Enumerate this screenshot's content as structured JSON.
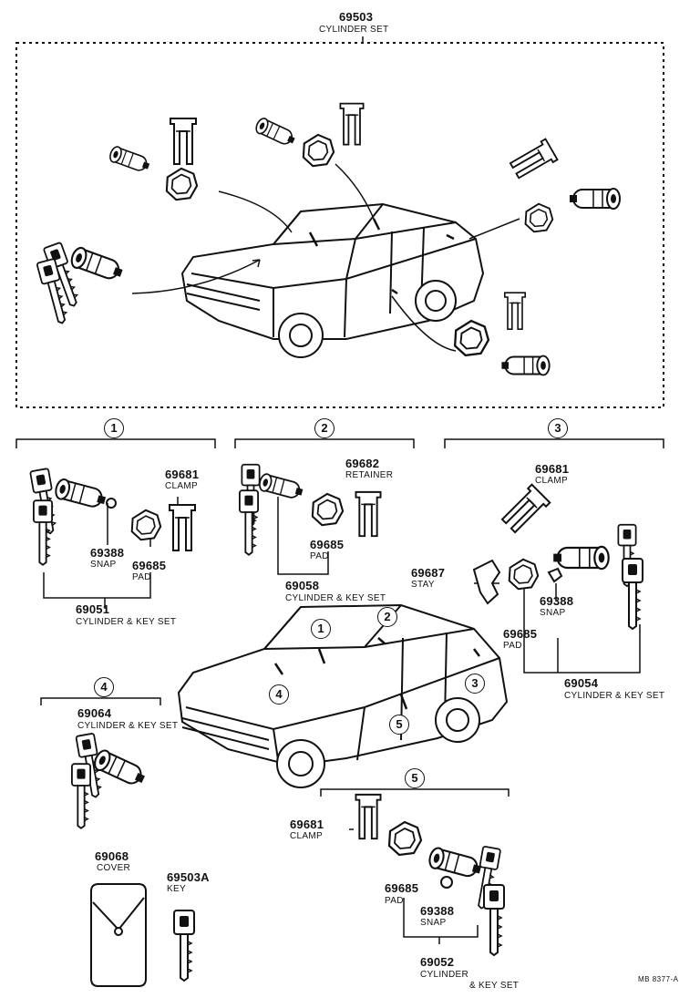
{
  "top": {
    "part": "69503",
    "name": "CYLINDER SET"
  },
  "sections": {
    "s1": {
      "num": "1",
      "clamp": {
        "part": "69681",
        "name": "CLAMP"
      },
      "snap": {
        "part": "69388",
        "name": "SNAP"
      },
      "pad": {
        "part": "69685",
        "name": "PAD"
      },
      "set": {
        "part": "69051",
        "name": "CYLINDER & KEY SET"
      }
    },
    "s2": {
      "num": "2",
      "retainer": {
        "part": "69682",
        "name": "RETAINER"
      },
      "pad": {
        "part": "69685",
        "name": "PAD"
      },
      "set": {
        "part": "69058",
        "name": "CYLINDER & KEY SET"
      }
    },
    "s3": {
      "num": "3",
      "clamp": {
        "part": "69681",
        "name": "CLAMP"
      },
      "stay": {
        "part": "69687",
        "name": "STAY"
      },
      "snap": {
        "part": "69388",
        "name": "SNAP"
      },
      "pad": {
        "part": "69685",
        "name": "PAD"
      },
      "set": {
        "part": "69054",
        "name": "CYLINDER & KEY SET"
      }
    },
    "s4": {
      "num": "4",
      "set": {
        "part": "69064",
        "name": "CYLINDER & KEY SET"
      }
    },
    "s5": {
      "num": "5",
      "clamp": {
        "part": "69681",
        "name": "CLAMP"
      },
      "pad": {
        "part": "69685",
        "name": "PAD"
      },
      "snap": {
        "part": "69388",
        "name": "SNAP"
      },
      "set": {
        "part": "69052",
        "name1": "CYLINDER",
        "name2": "& KEY SET"
      }
    }
  },
  "cover": {
    "part": "69068",
    "name": "COVER"
  },
  "key": {
    "part": "69503A",
    "name": "KEY"
  },
  "car_markers": [
    "1",
    "2",
    "3",
    "4",
    "5"
  ],
  "footer": "MB 8377-A"
}
